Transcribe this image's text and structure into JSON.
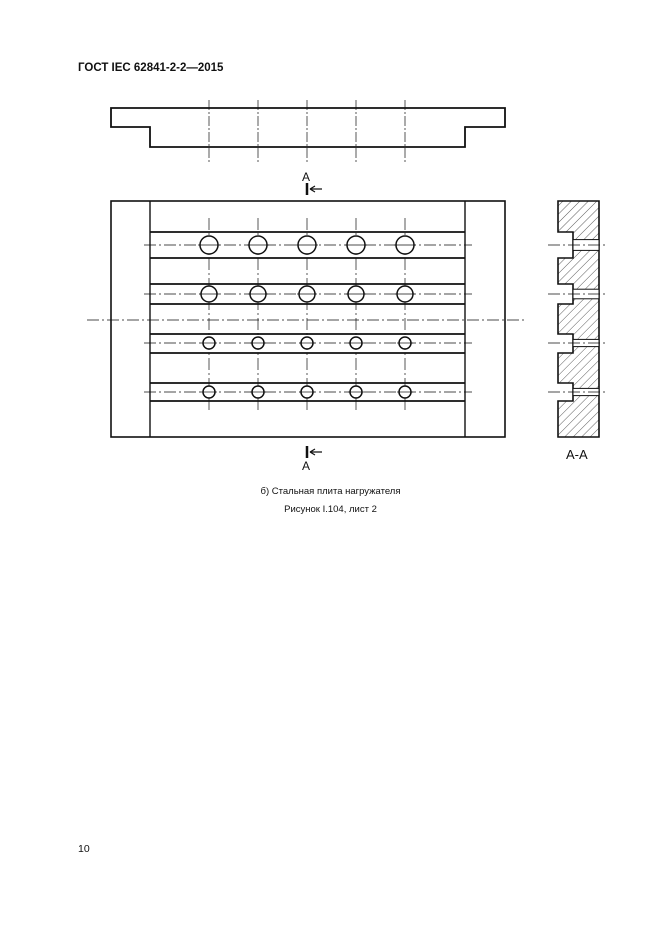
{
  "header": {
    "standard": "ГОСТ IEC 62841-2-2—2015"
  },
  "figure": {
    "section_mark_top": "A",
    "section_mark_bottom": "A",
    "section_label": "A-A",
    "subcaption": "б) Стальная плита нагружателя",
    "caption": "Рисунок I.104, лист 2"
  },
  "footer": {
    "page_number": "10"
  }
}
